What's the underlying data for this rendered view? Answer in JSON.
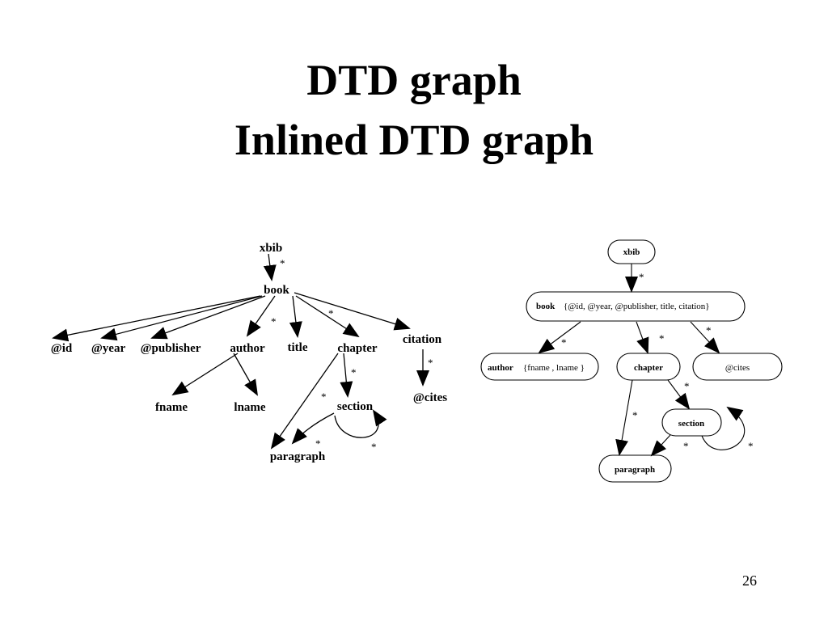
{
  "slide": {
    "title_line1": "DTD graph",
    "title_line2": "Inlined DTD graph",
    "page_number": "26"
  },
  "dtd_graph": {
    "nodes": {
      "xbib": "xbib",
      "book": "book",
      "id": "@id",
      "year": "@year",
      "publisher": "@publisher",
      "author": "author",
      "title": "title",
      "chapter": "chapter",
      "citation": "citation",
      "fname": "fname",
      "lname": "lname",
      "section": "section",
      "paragraph": "paragraph",
      "cites": "@cites"
    },
    "star_label": "*"
  },
  "inlined_graph": {
    "nodes": {
      "xbib": {
        "name": "xbib"
      },
      "book": {
        "name": "book",
        "attrs": "{@id, @year, @publisher, title, citation}"
      },
      "author": {
        "name": "author",
        "attrs": "{fname , lname }"
      },
      "chapter": {
        "name": "chapter"
      },
      "cites": {
        "name": "@cites"
      },
      "section": {
        "name": "section"
      },
      "paragraph": {
        "name": "paragraph"
      }
    },
    "star_label": "*"
  }
}
